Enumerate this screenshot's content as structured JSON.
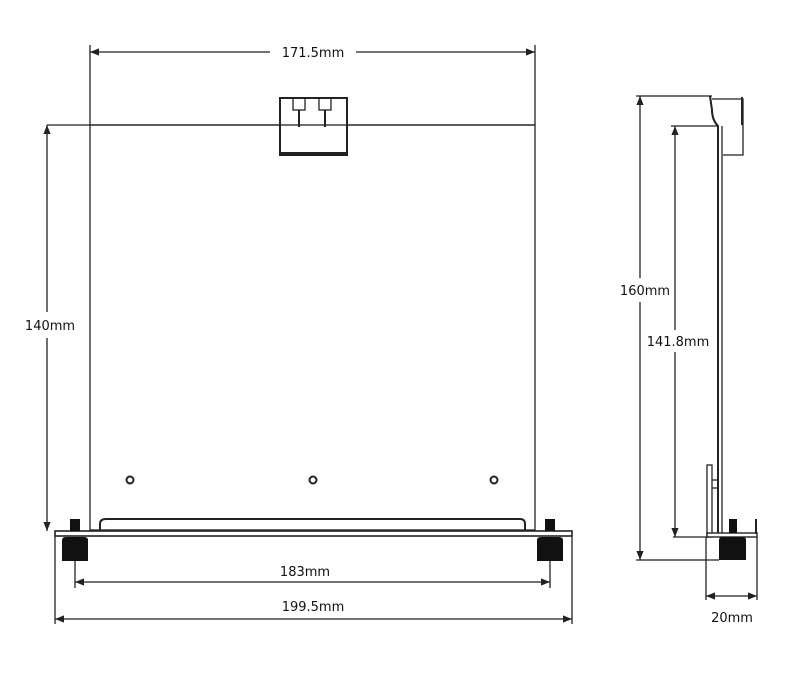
{
  "front_view": {
    "width_label": "171.5mm",
    "height_label": "140mm",
    "knob_spacing_label": "183mm",
    "overall_width_label": "199.5mm"
  },
  "side_view": {
    "overall_height_label": "160mm",
    "panel_height_label": "141.8mm",
    "depth_label": "20mm"
  },
  "colors": {
    "line": "#222222",
    "knob": "#111111",
    "background": "#ffffff"
  }
}
